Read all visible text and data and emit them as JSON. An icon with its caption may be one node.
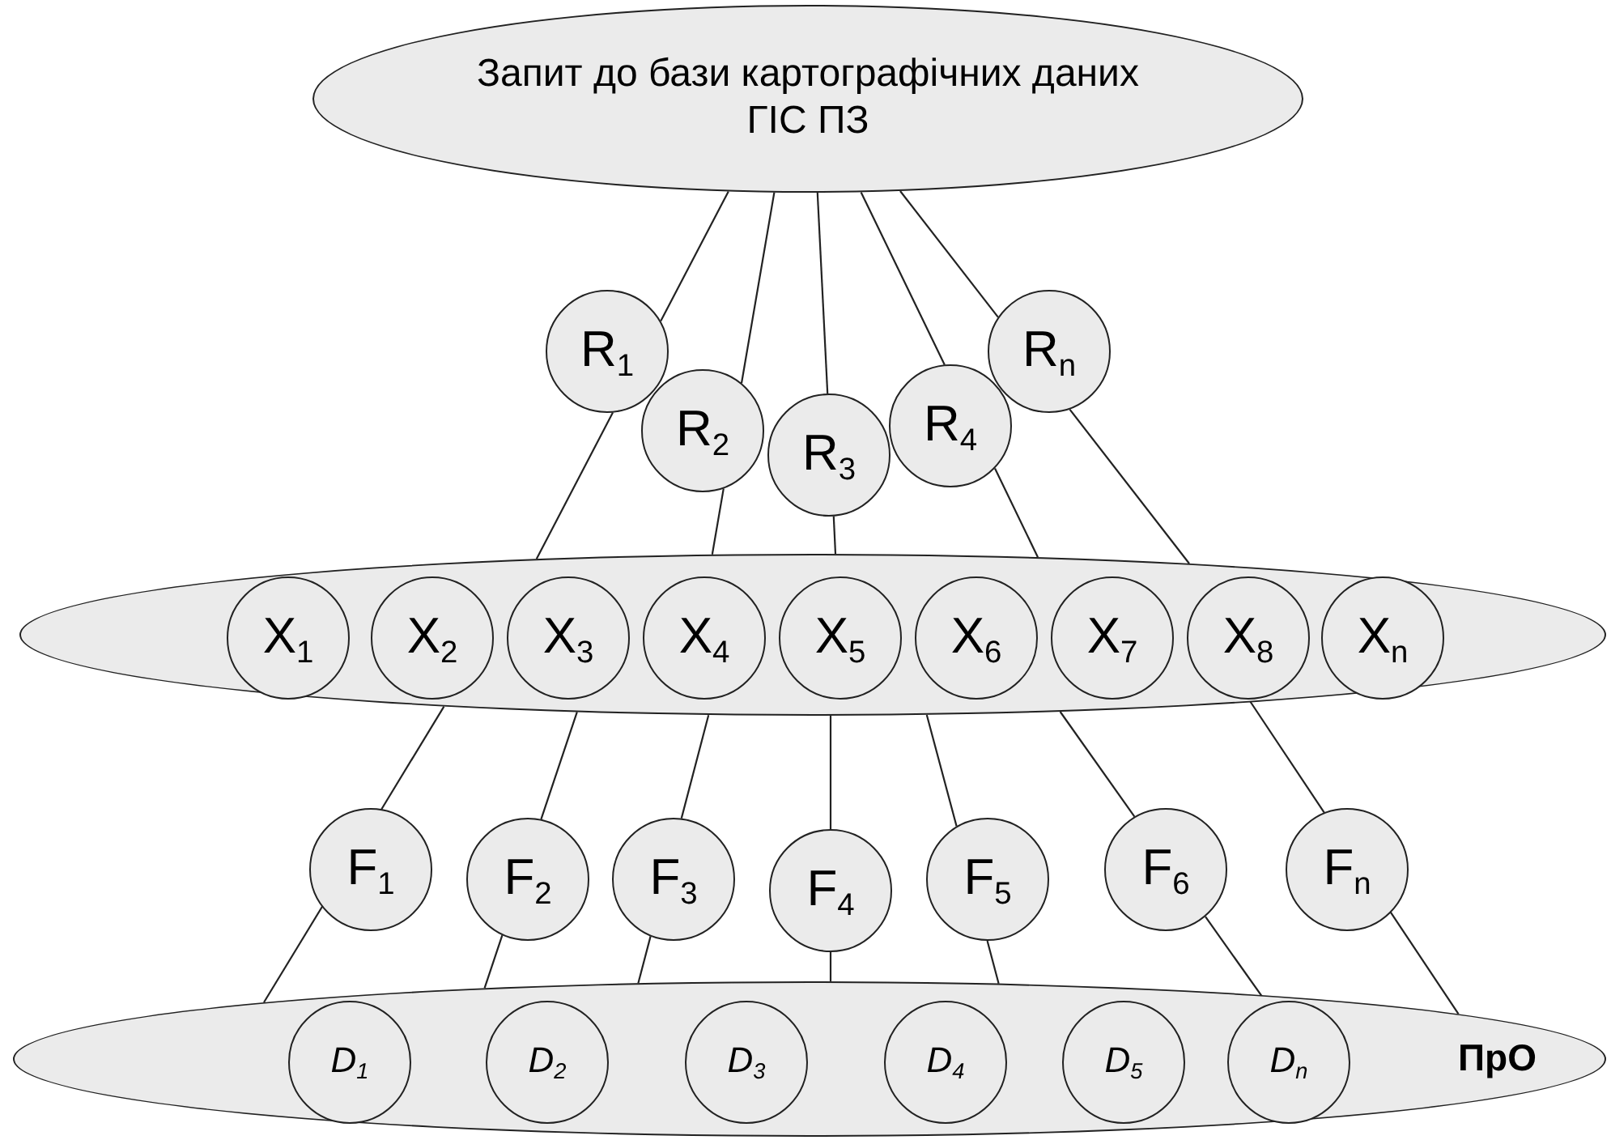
{
  "diagram": {
    "nodes": [
      {
        "text": [
          "Запит до бази картографічних даних ГІС ПЗ"
        ]
      },
      {
        "text": [
          "R$_{1}$"
        ]
      },
      {
        "text": [
          "R$_{2}$"
        ]
      },
      {
        "text": [
          "R$_{3}$"
        ]
      },
      {
        "text": [
          "R$_{4}$"
        ]
      },
      {
        "text": [
          "R$_{n}$"
        ]
      },
      {
        "text": [],
        "shape": "ellipse"
      },
      {
        "text": [
          "X$_{1}$"
        ],
        "in": 6
      },
      {
        "text": [
          "X$_{2}$"
        ],
        "in": 6
      },
      {
        "text": [
          "X$_{3}$"
        ],
        "in": 6
      },
      {
        "text": [
          "X$_{4}$"
        ],
        "in": 6
      },
      {
        "text": [
          "X$_{5}$"
        ],
        "in": 6
      },
      {
        "text": [
          "X$_{6}$"
        ],
        "in": 6
      },
      {
        "text": [
          "X$_{7}$"
        ],
        "in": 6
      },
      {
        "text": [
          "X$_{8}$"
        ],
        "in": 6
      },
      {
        "text": [
          "X$_{n}$"
        ],
        "in": 6
      },
      {
        "text": [
          "F$_{1}$"
        ]
      },
      {
        "text": [
          "F$_{2}$"
        ]
      },
      {
        "text": [
          "F$_{3}$"
        ]
      },
      {
        "text": [
          "F$_{4}$"
        ]
      },
      {
        "text": [
          "F$_{5}$"
        ]
      },
      {
        "text": [
          "F$_{6}$"
        ]
      },
      {
        "text": [
          "F$_{n}$"
        ]
      },
      {
        "text": [
          "ПрО"
        ]
      },
      {
        "text": [
          "D$_{1}$"
        ],
        "in": 23
      },
      {
        "text": [
          "D$_{2}$"
        ],
        "in": 23
      },
      {
        "text": [
          "D$_{3}$"
        ],
        "in": 23
      },
      {
        "text": [
          "D$_{4}$"
        ],
        "in": 23
      },
      {
        "text": [
          "D$_{5}$"
        ],
        "in": 23
      },
      {
        "text": [
          "D$_{n}$"
        ],
        "in": 23
      }
    ],
    "edges": [
      {
        "from": 0,
        "to": 1,
        "arrow": "none"
      },
      {
        "from": 1,
        "to": 6,
        "arrow": "none"
      },
      {
        "from": 0,
        "to": 2,
        "arrow": "none"
      },
      {
        "from": 2,
        "to": 6,
        "arrow": "none"
      },
      {
        "from": 0,
        "to": 3,
        "arrow": "none"
      },
      {
        "from": 3,
        "to": 6,
        "arrow": "none"
      },
      {
        "from": 0,
        "to": 4,
        "arrow": "none"
      },
      {
        "from": 4,
        "to": 6,
        "arrow": "none"
      },
      {
        "from": 0,
        "to": 5,
        "arrow": "none"
      },
      {
        "from": 5,
        "to": 6,
        "arrow": "none"
      },
      {
        "from": 6,
        "to": 16,
        "arrow": "none"
      },
      {
        "from": 6,
        "to": 17,
        "arrow": "none"
      },
      {
        "from": 6,
        "to": 18,
        "arrow": "none"
      },
      {
        "from": 6,
        "to": 19,
        "arrow": "none"
      },
      {
        "from": 6,
        "to": 20,
        "arrow": "none"
      },
      {
        "from": 6,
        "to": 21,
        "arrow": "none"
      },
      {
        "from": 14,
        "to": 22,
        "arrow": "none"
      },
      {
        "from": 16,
        "to": 23,
        "arrow": "none"
      },
      {
        "from": 17,
        "to": 23,
        "arrow": "none"
      },
      {
        "from": 18,
        "to": 23,
        "arrow": "none"
      },
      {
        "from": 19,
        "to": 23,
        "arrow": "none"
      },
      {
        "from": 20,
        "to": 23,
        "arrow": "none"
      },
      {
        "from": 21,
        "to": 29,
        "arrow": "none"
      },
      {
        "from": 22,
        "to": 23,
        "arrow": "none"
      }
    ]
  }
}
